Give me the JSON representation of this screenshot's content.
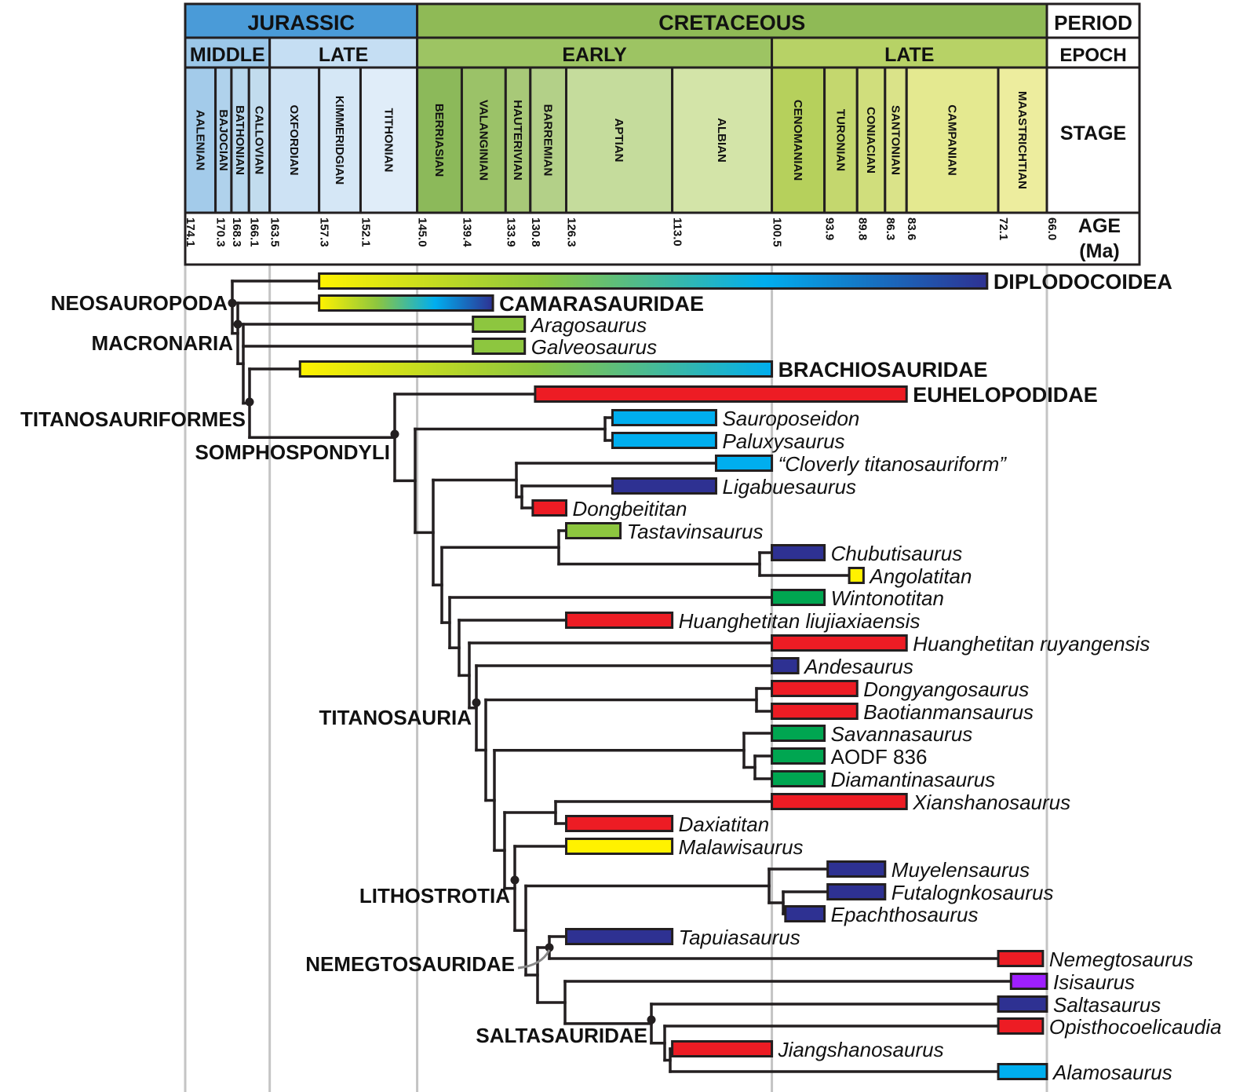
{
  "figure": {
    "time_axis": {
      "unit": "Ma",
      "start": 174.1,
      "end": 66.0
    },
    "periods": [
      {
        "label": "JURASSIC",
        "start": 174.1,
        "end": 145.0,
        "color": "#4a9bd8"
      },
      {
        "label": "CRETACEOUS",
        "start": 145.0,
        "end": 66.0,
        "color": "#8fba56"
      }
    ],
    "epochs": [
      {
        "label": "MIDDLE",
        "start": 174.1,
        "end": 163.5,
        "color": "#9bc7e8"
      },
      {
        "label": "LATE",
        "start": 163.5,
        "end": 145.0,
        "color": "#c5def3"
      },
      {
        "label": "EARLY",
        "start": 145.0,
        "end": 100.5,
        "color": "#9dc463"
      },
      {
        "label": "LATE",
        "start": 100.5,
        "end": 66.0,
        "color": "#b7d266"
      }
    ],
    "stages": [
      {
        "label": "AALENIAN",
        "start": 174.1,
        "end": 170.3,
        "color": "#a3cbea"
      },
      {
        "label": "BAJOCIAN",
        "start": 170.3,
        "end": 168.3,
        "color": "#b0d2ec"
      },
      {
        "label": "BATHONIAN",
        "start": 168.3,
        "end": 166.1,
        "color": "#b8d7ed"
      },
      {
        "label": "CALLOVIAN",
        "start": 166.1,
        "end": 163.5,
        "color": "#c2dcee"
      },
      {
        "label": "OXFORDIAN",
        "start": 163.5,
        "end": 157.3,
        "color": "#cde2f4"
      },
      {
        "label": "KIMMERIDGIAN",
        "start": 157.3,
        "end": 152.1,
        "color": "#d5e7f6"
      },
      {
        "label": "TITHONIAN",
        "start": 152.1,
        "end": 145.0,
        "color": "#e0edf9"
      },
      {
        "label": "BERRIASIAN",
        "start": 145.0,
        "end": 139.4,
        "color": "#8cb95a"
      },
      {
        "label": "VALANGINIAN",
        "start": 139.4,
        "end": 133.9,
        "color": "#9bc268"
      },
      {
        "label": "HAUTERIVIAN",
        "start": 133.9,
        "end": 130.8,
        "color": "#a8c978"
      },
      {
        "label": "BARREMIAN",
        "start": 130.8,
        "end": 126.3,
        "color": "#b3d088"
      },
      {
        "label": "APTIAN",
        "start": 126.3,
        "end": 113.0,
        "color": "#c5dc9c"
      },
      {
        "label": "ALBIAN",
        "start": 113.0,
        "end": 100.5,
        "color": "#d3e4a8"
      },
      {
        "label": "CENOMANIAN",
        "start": 100.5,
        "end": 93.9,
        "color": "#b6d05c"
      },
      {
        "label": "TURONIAN",
        "start": 93.9,
        "end": 89.8,
        "color": "#c4d76e"
      },
      {
        "label": "CONIACIAN",
        "start": 89.8,
        "end": 86.3,
        "color": "#d0de7c"
      },
      {
        "label": "SANTONIAN",
        "start": 86.3,
        "end": 83.6,
        "color": "#dae389"
      },
      {
        "label": "CAMPANIAN",
        "start": 83.6,
        "end": 72.1,
        "color": "#e4e990"
      },
      {
        "label": "MAASTRICHTIAN",
        "start": 72.1,
        "end": 66.0,
        "color": "#eded9e"
      }
    ],
    "ages": [
      "174.1",
      "170.3",
      "168.3",
      "166.1",
      "163.5",
      "157.3",
      "152.1",
      "145.0",
      "139.4",
      "133.9",
      "130.8",
      "126.3",
      "113.0",
      "100.5",
      "93.9",
      "89.8",
      "86.3",
      "83.6",
      "72.1",
      "66.0"
    ],
    "row_labels": {
      "period": "PERIOD",
      "epoch": "EPOCH",
      "stage": "STAGE",
      "age": "AGE",
      "age_unit": "(Ma)"
    },
    "gridline_ages": [
      174.1,
      163.5,
      145.0,
      100.5,
      66.0
    ],
    "gradients": {
      "diplo": [
        "#fff200",
        "#8dc63f",
        "#00aeef",
        "#2e3192"
      ],
      "camara": [
        "#fff200",
        "#8dc63f",
        "#00aeef",
        "#2e3192"
      ],
      "brachio": [
        "#fff200",
        "#8dc63f",
        "#00aeef"
      ]
    },
    "colors": {
      "red": "#ed1c24",
      "darkblue": "#2e3192",
      "lightblue": "#00aeef",
      "green": "#00a651",
      "lightgreen": "#8dc63f",
      "yellow": "#fff200",
      "purple": "#9e1fff"
    },
    "taxa": [
      {
        "name": "DIPLODOCOIDEA",
        "style": "bold",
        "start": 157.3,
        "end": 73.5,
        "fill": "grad:diplo"
      },
      {
        "name": "CAMARASAURIDAE",
        "style": "bold",
        "start": 157.3,
        "end": 135.5,
        "fill": "grad:camara"
      },
      {
        "name": "Aragosaurus",
        "style": "italic",
        "start": 138.0,
        "end": 131.5,
        "fill": "lightgreen"
      },
      {
        "name": "Galveosaurus",
        "style": "italic",
        "start": 138.0,
        "end": 131.5,
        "fill": "lightgreen"
      },
      {
        "name": "BRACHIOSAURIDAE",
        "style": "bold",
        "start": 159.7,
        "end": 100.5,
        "fill": "grad:brachio"
      },
      {
        "name": "EUHELOPODIDAE",
        "style": "bold",
        "start": 130.2,
        "end": 83.6,
        "fill": "red"
      },
      {
        "name": "Sauroposeidon",
        "style": "italic",
        "start": 120.5,
        "end": 107.5,
        "fill": "lightblue"
      },
      {
        "name": "Paluxysaurus",
        "style": "italic",
        "start": 120.5,
        "end": 107.5,
        "fill": "lightblue"
      },
      {
        "name": "“Cloverly titanosauriform”",
        "style": "italic",
        "start": 107.5,
        "end": 100.5,
        "fill": "lightblue"
      },
      {
        "name": "Ligabuesaurus",
        "style": "italic",
        "start": 120.5,
        "end": 107.5,
        "fill": "darkblue"
      },
      {
        "name": "Dongbeititan",
        "style": "italic",
        "start": 130.5,
        "end": 126.3,
        "fill": "red"
      },
      {
        "name": "Tastavinsaurus",
        "style": "italic",
        "start": 126.3,
        "end": 119.5,
        "fill": "lightgreen"
      },
      {
        "name": "Chubutisaurus",
        "style": "italic",
        "start": 100.5,
        "end": 93.9,
        "fill": "darkblue"
      },
      {
        "name": "Angolatitan",
        "style": "italic",
        "start": 90.8,
        "end": 89.0,
        "fill": "yellow"
      },
      {
        "name": "Wintonotitan",
        "style": "italic",
        "start": 100.5,
        "end": 93.9,
        "fill": "green"
      },
      {
        "name": "Huanghetitan liujiaxiaensis",
        "style": "italic",
        "start": 126.3,
        "end": 113.0,
        "fill": "red"
      },
      {
        "name": "Huanghetitan ruyangensis",
        "style": "italic",
        "start": 100.5,
        "end": 83.6,
        "fill": "red"
      },
      {
        "name": "Andesaurus",
        "style": "italic",
        "start": 100.5,
        "end": 97.2,
        "fill": "darkblue"
      },
      {
        "name": "Dongyangosaurus",
        "style": "italic",
        "start": 100.5,
        "end": 89.8,
        "fill": "red"
      },
      {
        "name": "Baotianmansaurus",
        "style": "italic",
        "start": 100.5,
        "end": 89.8,
        "fill": "red"
      },
      {
        "name": "Savannasaurus",
        "style": "italic",
        "start": 100.5,
        "end": 93.9,
        "fill": "green"
      },
      {
        "name": "AODF 836",
        "style": "regular",
        "start": 100.5,
        "end": 93.9,
        "fill": "green"
      },
      {
        "name": "Diamantinasaurus",
        "style": "italic",
        "start": 100.5,
        "end": 93.9,
        "fill": "green"
      },
      {
        "name": "Xianshanosaurus",
        "style": "italic",
        "start": 100.5,
        "end": 83.6,
        "fill": "red"
      },
      {
        "name": "Daxiatitan",
        "style": "italic",
        "start": 126.3,
        "end": 113.0,
        "fill": "red"
      },
      {
        "name": "Malawisaurus",
        "style": "italic",
        "start": 126.3,
        "end": 113.0,
        "fill": "yellow"
      },
      {
        "name": "Muyelensaurus",
        "style": "italic",
        "start": 93.5,
        "end": 86.3,
        "fill": "darkblue"
      },
      {
        "name": "Futalognkosaurus",
        "style": "italic",
        "start": 93.5,
        "end": 86.3,
        "fill": "darkblue"
      },
      {
        "name": "Epachthosaurus",
        "style": "italic",
        "start": 98.8,
        "end": 93.9,
        "fill": "darkblue"
      },
      {
        "name": "Tapuiasaurus",
        "style": "italic",
        "start": 126.3,
        "end": 113.0,
        "fill": "darkblue"
      },
      {
        "name": "Nemegtosaurus",
        "style": "italic",
        "start": 72.1,
        "end": 66.5,
        "fill": "red"
      },
      {
        "name": "Isisaurus",
        "style": "italic",
        "start": 70.5,
        "end": 66.0,
        "fill": "purple"
      },
      {
        "name": "Saltasaurus",
        "style": "italic",
        "start": 72.1,
        "end": 66.0,
        "fill": "darkblue"
      },
      {
        "name": "Opisthocoelicaudia",
        "style": "italic",
        "start": 72.1,
        "end": 66.5,
        "fill": "red"
      },
      {
        "name": "Jiangshanosaurus",
        "style": "italic",
        "start": 113.0,
        "end": 100.5,
        "fill": "red"
      },
      {
        "name": "Alamosaurus",
        "style": "italic",
        "start": 72.1,
        "end": 66.0,
        "fill": "lightblue"
      }
    ],
    "clade_labels": [
      "NEOSAUROPODA",
      "MACRONARIA",
      "TITANOSAURIFORMES",
      "SOMPHOSPONDYLI",
      "TITANOSAURIA",
      "LITHOSTROTIA",
      "NEMEGTOSAURIDAE",
      "SALTASAURIDAE"
    ]
  }
}
